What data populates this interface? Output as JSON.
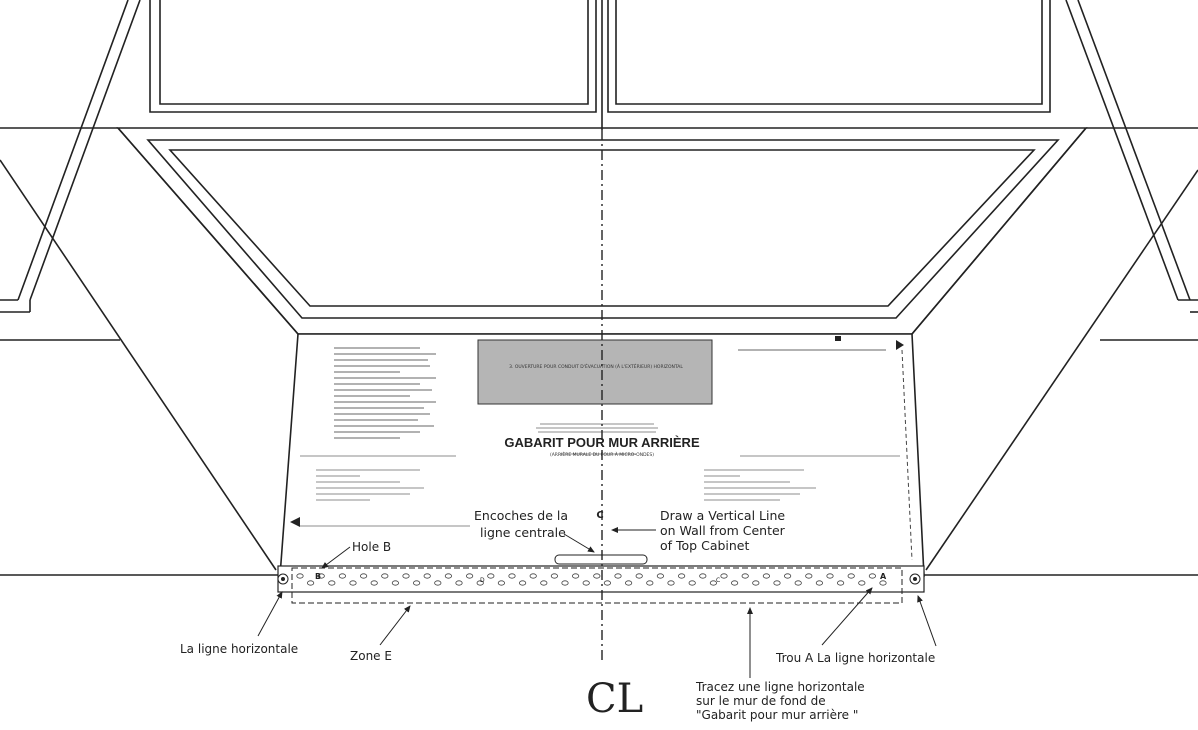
{
  "template": {
    "title": "GABARIT POUR MUR ARRIÈRE",
    "subtitle": "(ARRIÈRE MURALE DU FOUR À MICRO-ONDES)",
    "vent_opening_label": "3. OUVERTURE POUR CONDUIT D'ÉVACUATION (À L'EXTÉRIEUR) HORIZONTAL",
    "center_mark": "C",
    "hole_b_mark": "B",
    "hole_a_mark": "A",
    "hole_c_mark": "C",
    "hole_d_mark": "D"
  },
  "callouts": {
    "hole_b": "Hole B",
    "centerline_notches": [
      "Encoches de la",
      "ligne centrale"
    ],
    "vertical_line": [
      "Draw a Vertical Line",
      "on Wall from Center",
      "of Top Cabinet"
    ],
    "horizontal_left": "La ligne horizontale",
    "zone_e": "Zone E",
    "trace_line": [
      "Tracez une ligne horizontale",
      "sur le mur de fond de",
      "\"Gabarit pour mur arrière \""
    ],
    "hole_a_right": "Trou A La ligne horizontale",
    "centerline_symbol": "CL"
  }
}
